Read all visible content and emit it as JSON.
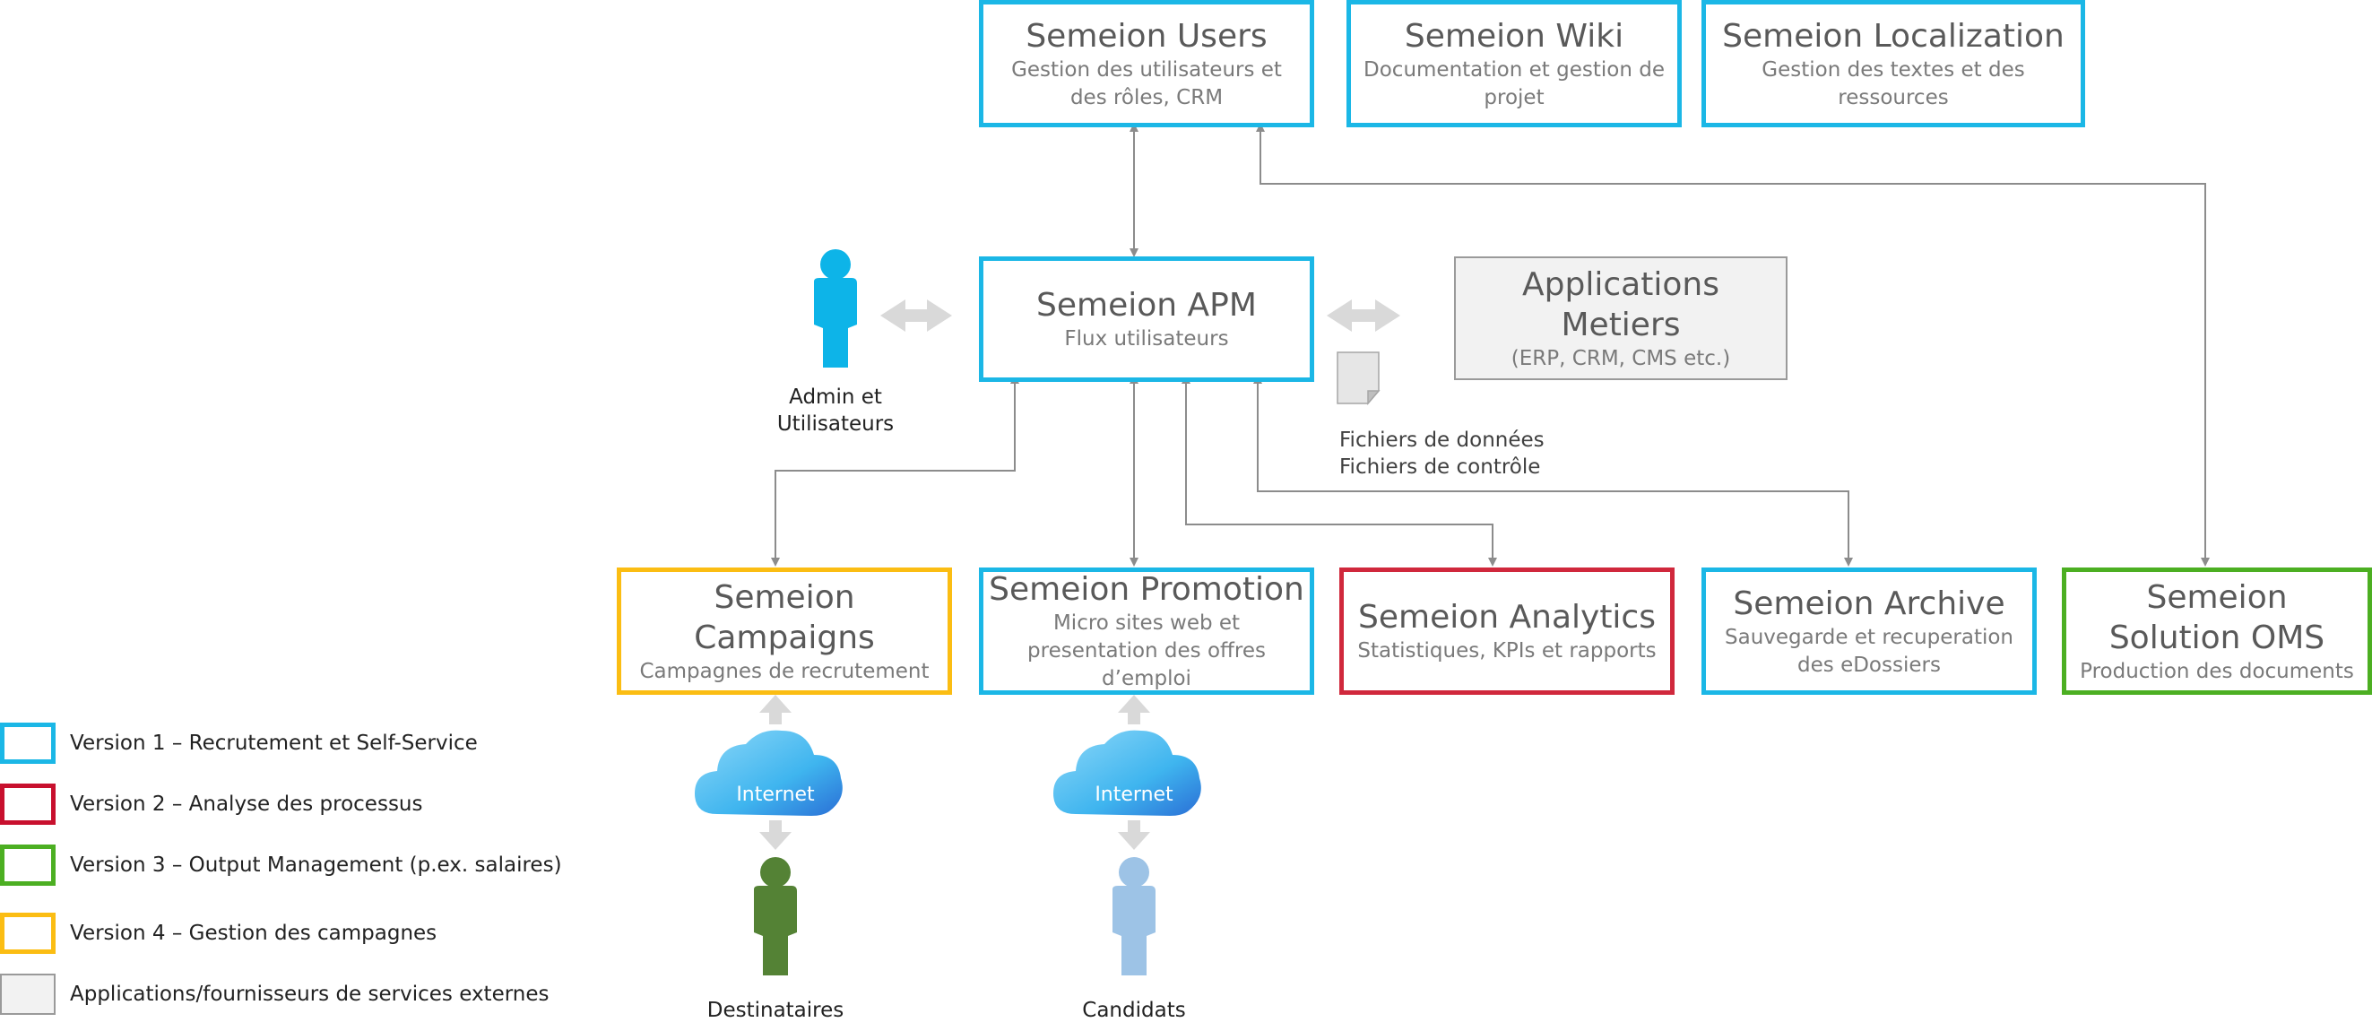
{
  "boxes": {
    "users": {
      "title": "Semeion Users",
      "subtitle": "Gestion des utilisateurs et des rôles, CRM",
      "color": "#1bb7e6"
    },
    "wiki": {
      "title": "Semeion Wiki",
      "subtitle": "Documentation et gestion de projet",
      "color": "#1bb7e6"
    },
    "localization": {
      "title": "Semeion Localization",
      "subtitle": "Gestion des textes et des ressources",
      "color": "#1bb7e6"
    },
    "apm": {
      "title": "Semeion APM",
      "subtitle": "Flux utilisateurs",
      "color": "#1bb7e6"
    },
    "metiers": {
      "title": "Applications Metiers",
      "subtitle": "(ERP, CRM, CMS etc.)",
      "color": "#9a9a9a"
    },
    "campaigns": {
      "title": "Semeion Campaigns",
      "subtitle": "Campagnes de recrutement",
      "color": "#fbbd13"
    },
    "promotion": {
      "title": "Semeion Promotion",
      "subtitle": "Micro sites web et presentation des offres d’emploi",
      "color": "#1bb7e6"
    },
    "analytics": {
      "title": "Semeion Analytics",
      "subtitle": "Statistiques, KPIs et rapports",
      "color": "#d0283c"
    },
    "archive": {
      "title": "Semeion Archive",
      "subtitle": "Sauvegarde et recuperation des eDossiers",
      "color": "#1bb7e6"
    },
    "oms": {
      "title": "Semeion Solution OMS",
      "subtitle": "Production des documents",
      "color": "#4caf22"
    }
  },
  "actors": {
    "admin": {
      "label": "Admin et Utilisateurs",
      "color": "#0db4e8"
    },
    "destinataires": {
      "label": "Destinataires",
      "color": "#548235"
    },
    "candidats": {
      "label": "Candidats",
      "color": "#9dc3e6"
    }
  },
  "clouds": {
    "internet_left": "Internet",
    "internet_right": "Internet"
  },
  "files": {
    "line1": "Fichiers de données",
    "line2": "Fichiers de contrôle"
  },
  "legend": [
    {
      "label": "Version 1 – Recrutement et Self-Service",
      "color": "#1bb7e6"
    },
    {
      "label": "Version 2 – Analyse des processus",
      "color": "#d0283c"
    },
    {
      "label": "Version 3 – Output Management (p.ex. salaires)",
      "color": "#4caf22"
    },
    {
      "label": "Version 4 – Gestion des campagnes",
      "color": "#fbbd13"
    },
    {
      "label": "Applications/fournisseurs de services externes",
      "color": "#9a9a9a"
    }
  ]
}
